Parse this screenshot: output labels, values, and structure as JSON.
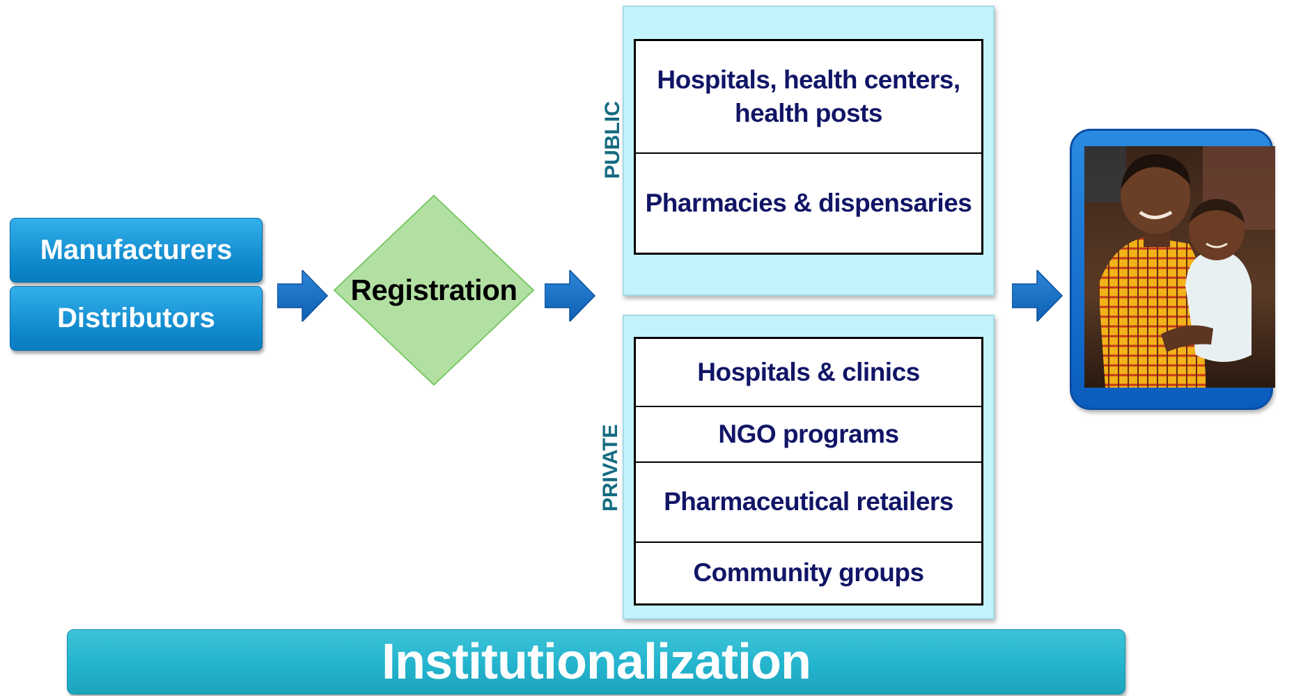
{
  "left_boxes": {
    "manufacturers": "Manufacturers",
    "distributors": "Distributors"
  },
  "registration": "Registration",
  "public": {
    "label": "PUBLIC",
    "items": [
      "Hospitals, health centers, health posts",
      "Pharmacies & dispensaries"
    ]
  },
  "private": {
    "label": "PRIVATE",
    "items": [
      "Hospitals & clinics",
      "NGO programs",
      "Pharmaceutical retailers",
      "Community groups"
    ]
  },
  "banner": "Institutionalization",
  "colors": {
    "blue_box": "#1597dc",
    "diamond": "#b2e0a3",
    "panel": "#c3f4fb",
    "cell_text": "#111566",
    "side_label": "#146b80",
    "banner": "#22b2cc",
    "arrow": "#1670c6"
  },
  "icons": {
    "arrow": "right-arrow-icon",
    "photo": "mother-and-child-photo"
  }
}
